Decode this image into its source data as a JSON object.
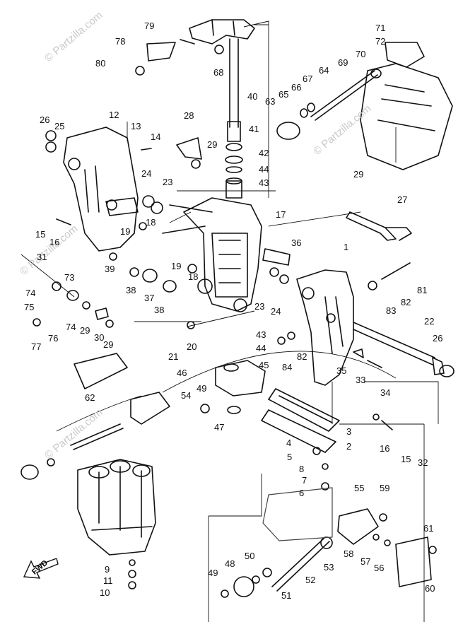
{
  "watermarks": [
    "© Partzilla.com",
    "© Partzilla.com",
    "© Partzilla.com",
    "© Partzilla.com"
  ],
  "fwd_label": "FWD",
  "callouts": {
    "c1": "1",
    "c2": "2",
    "c3": "3",
    "c4": "4",
    "c5": "5",
    "c6": "6",
    "c7": "7",
    "c8": "8",
    "c9": "9",
    "c10": "10",
    "c11": "11",
    "c12": "12",
    "c13": "13",
    "c14": "14",
    "c15a": "15",
    "c15b": "15",
    "c16a": "16",
    "c16b": "16",
    "c17": "17",
    "c18a": "18",
    "c18b": "18",
    "c19a": "19",
    "c19b": "19",
    "c20": "20",
    "c21": "21",
    "c22": "22",
    "c23a": "23",
    "c23b": "23",
    "c24a": "24",
    "c24b": "24",
    "c25": "25",
    "c26a": "26",
    "c26b": "26",
    "c27": "27",
    "c28": "28",
    "c29a": "29",
    "c29b": "29",
    "c29c": "29",
    "c29d": "29",
    "c30": "30",
    "c31": "31",
    "c32": "32",
    "c33": "33",
    "c34": "34",
    "c35": "35",
    "c36": "36",
    "c37": "37",
    "c38a": "38",
    "c38b": "38",
    "c39": "39",
    "c40": "40",
    "c41": "41",
    "c42": "42",
    "c43a": "43",
    "c43b": "43",
    "c44a": "44",
    "c44b": "44",
    "c45": "45",
    "c46": "46",
    "c47": "47",
    "c48": "48",
    "c49a": "49",
    "c49b": "49",
    "c50": "50",
    "c51": "51",
    "c52": "52",
    "c53": "53",
    "c54": "54",
    "c55": "55",
    "c56": "56",
    "c57": "57",
    "c58": "58",
    "c59": "59",
    "c60": "60",
    "c61": "61",
    "c62": "62",
    "c63": "63",
    "c64": "64",
    "c65": "65",
    "c66": "66",
    "c67": "67",
    "c68": "68",
    "c69": "69",
    "c70": "70",
    "c71": "71",
    "c72": "72",
    "c73": "73",
    "c74a": "74",
    "c74b": "74",
    "c75": "75",
    "c76": "76",
    "c77": "77",
    "c78": "78",
    "c79": "79",
    "c80": "80",
    "c81": "81",
    "c82a": "82",
    "c82b": "82",
    "c83": "83",
    "c84": "84"
  }
}
